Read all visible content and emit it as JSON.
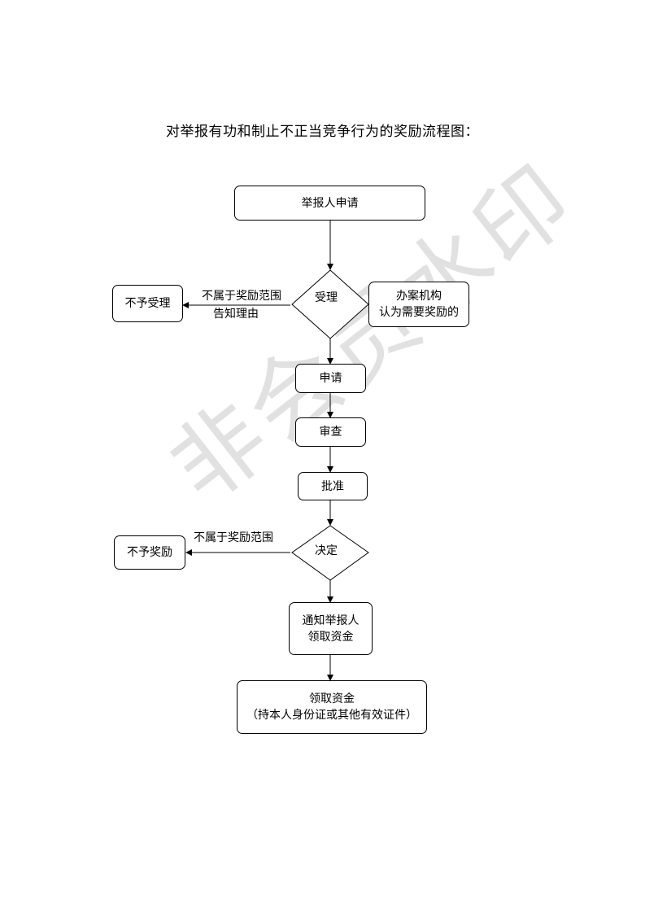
{
  "title": "对举报有功和制止不正当竞争行为的奖励流程图：",
  "watermark": "非会员水印",
  "nodes": {
    "apply_by_reporter": "举报人申请",
    "accept": "受理",
    "no_accept": "不予受理",
    "agency_line1": "办案机构",
    "agency_line2": "认为需要奖励的",
    "application": "申请",
    "review": "审查",
    "approval": "批准",
    "decision": "决定",
    "no_reward": "不予奖励",
    "notify_line1": "通知举报人",
    "notify_line2": "领取资金",
    "collect_line1": "领取资金",
    "collect_line2": "（持本人身份证或其他有效证件）"
  },
  "edge_labels": {
    "not_in_scope_1": "不属于奖励范围",
    "inform_reason": "告知理由",
    "not_in_scope_2": "不属于奖励范围"
  }
}
